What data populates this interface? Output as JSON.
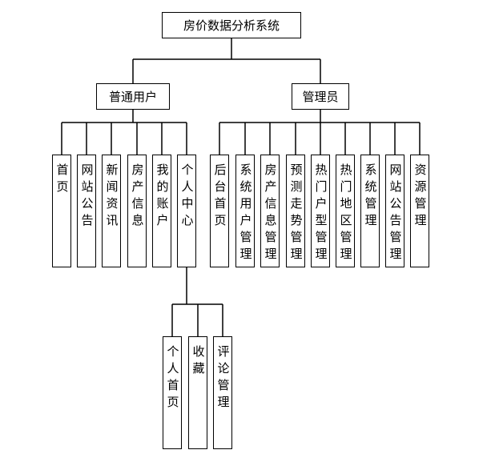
{
  "root": "房价数据分析系统",
  "user": {
    "title": "普通用户",
    "items": [
      "首页",
      "网站公告",
      "新闻资讯",
      "房产信息",
      "我的账户",
      "个人中心"
    ],
    "personal_center": [
      "个人首页",
      "收藏",
      "评论管理"
    ]
  },
  "admin": {
    "title": "管理员",
    "items": [
      "后台首页",
      "系统用户管理",
      "房产信息管理",
      "预测走势管理",
      "热门户型管理",
      "热门地区管理",
      "系统管理",
      "网站公告管理",
      "资源管理"
    ]
  }
}
